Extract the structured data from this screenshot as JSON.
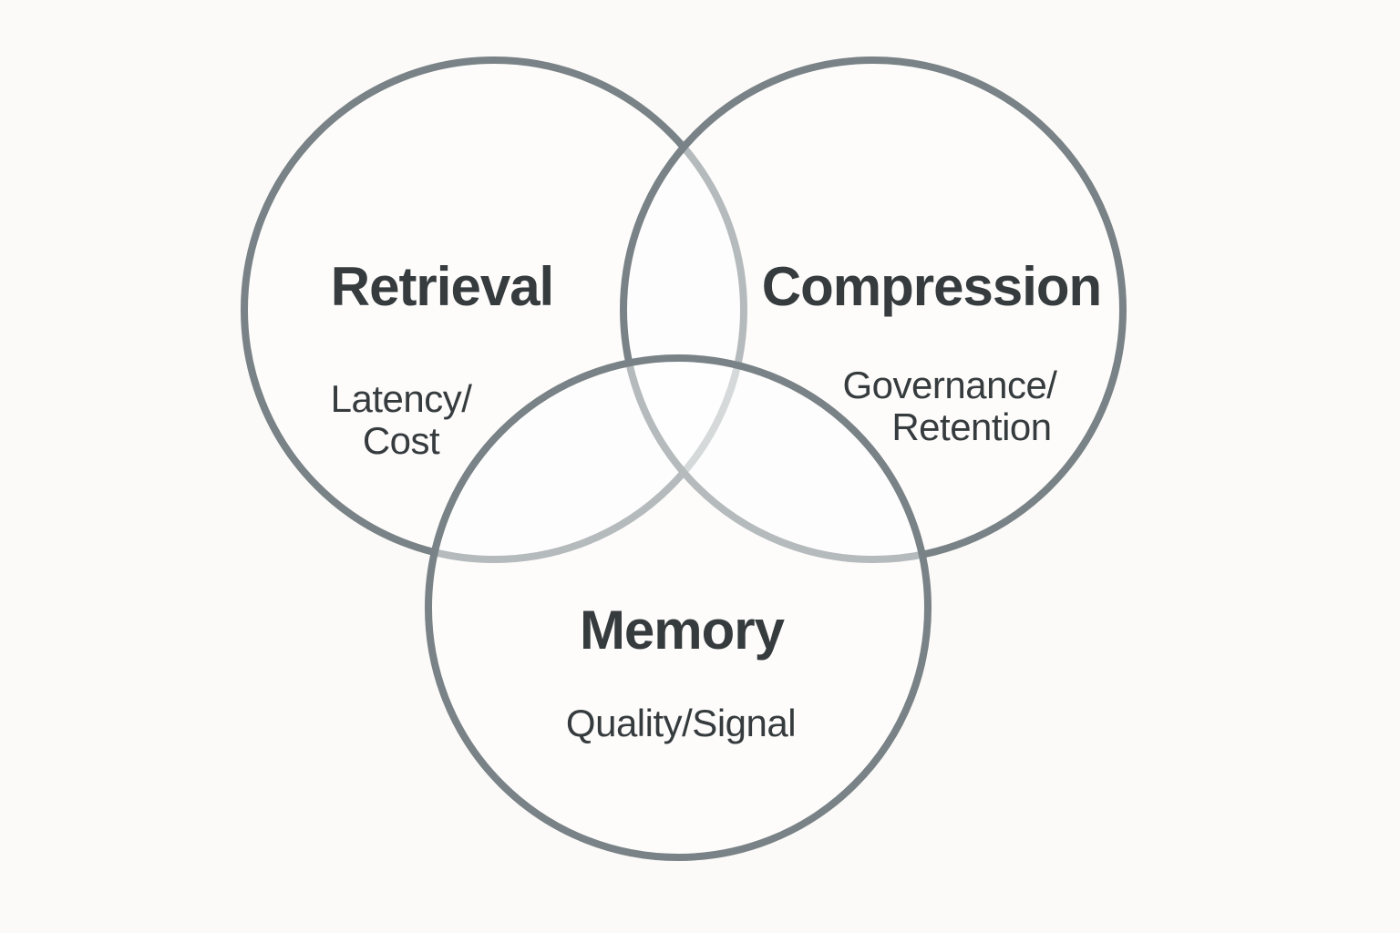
{
  "diagram": {
    "type": "venn",
    "background_color": "#fbfaf8",
    "circle_stroke_color": "#798286",
    "text_color": "#363b3e",
    "circles": [
      {
        "id": "retrieval",
        "label": "Retrieval",
        "sublabel_lines": [
          "Latency/",
          "Cost"
        ]
      },
      {
        "id": "compression",
        "label": "Compression",
        "sublabel_lines": [
          "Governance/",
          "Retention"
        ]
      },
      {
        "id": "memory",
        "label": "Memory",
        "sublabel_lines": [
          "Quality/Signal"
        ]
      }
    ]
  }
}
